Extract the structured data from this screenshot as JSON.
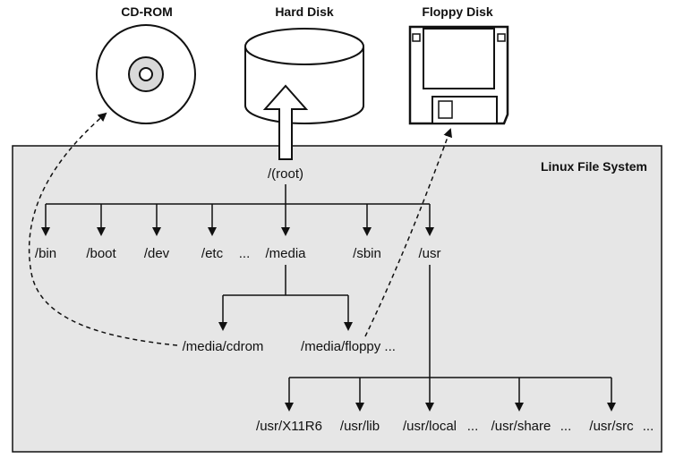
{
  "devices": {
    "cdrom": "CD-ROM",
    "harddisk": "Hard Disk",
    "floppy": "Floppy Disk"
  },
  "filesystem": {
    "title": "Linux File System"
  },
  "tree": {
    "root": "/(root)",
    "level1": [
      "/bin",
      "/boot",
      "/dev",
      "/etc",
      "...",
      "/media",
      "/sbin",
      "/usr"
    ],
    "media_children": [
      "/media/cdrom",
      "/media/floppy ..."
    ],
    "usr_children": [
      "/usr/X11R6",
      "/usr/lib",
      "/usr/local",
      "...",
      "/usr/share",
      "...",
      "/usr/src",
      "..."
    ]
  },
  "colors": {
    "panel": "#e6e6e6",
    "disc": "#d9d9d9",
    "stroke": "#111111"
  },
  "icons": [
    "cdrom-icon",
    "hard-disk-icon",
    "floppy-disk-icon",
    "up-arrow-icon"
  ]
}
